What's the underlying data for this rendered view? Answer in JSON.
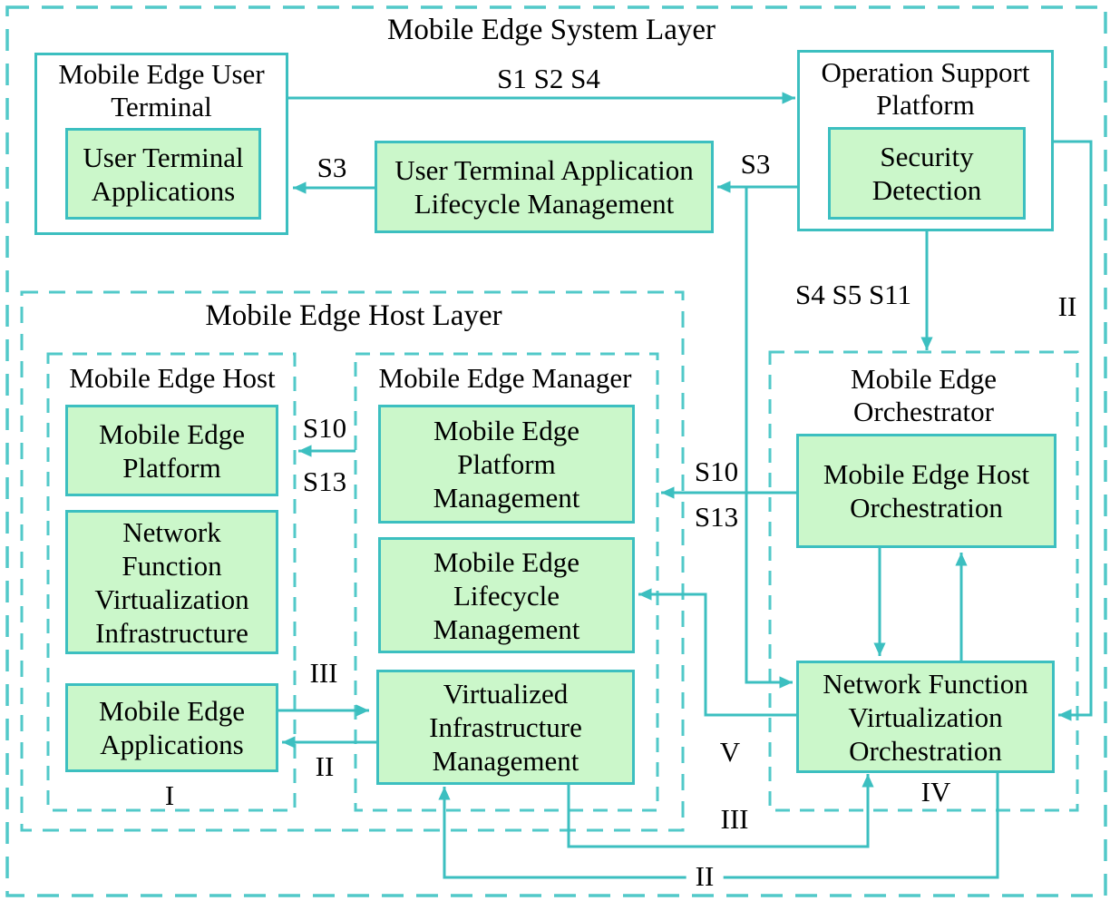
{
  "colors": {
    "line": "#3cbfc0",
    "dashed_line": "#52c9c9",
    "box_fill": "#cbf7ca",
    "box_border": "#3cbfc0",
    "text": "#000000"
  },
  "titles": {
    "system_layer": "Mobile Edge System Layer",
    "host_layer": "Mobile Edge Host Layer",
    "user_terminal": "Mobile Edge User\nTerminal",
    "operation_support": "Operation Support\nPlatform",
    "host": "Mobile Edge Host",
    "manager": "Mobile Edge Manager",
    "orchestrator": "Mobile Edge\nOrchestrator"
  },
  "boxes": {
    "user_terminal_applications": "User Terminal\nApplications",
    "ut_app_lifecycle": "User Terminal Application\nLifecycle Management",
    "security_detection": "Security\nDetection",
    "mobile_edge_platform": "Mobile Edge\nPlatform",
    "nfv_infrastructure": "Network\nFunction\nVirtualization\nInfrastructure",
    "mobile_edge_applications": "Mobile Edge\nApplications",
    "me_platform_management": "Mobile Edge\nPlatform\nManagement",
    "me_lifecycle_management": "Mobile Edge\nLifecycle\nManagement",
    "virtualized_infra_management": "Virtualized\nInfrastructure\nManagement",
    "me_host_orchestration": "Mobile Edge Host\nOrchestration",
    "nfv_orchestration": "Network Function\nVirtualization\nOrchestration"
  },
  "edge_labels": {
    "s1_s2_s4": "S1 S2 S4",
    "s3_left": "S3",
    "s3_right": "S3",
    "s4_s5_s11": "S4 S5 S11",
    "s10_host": "S10",
    "s13_host": "S13",
    "s10_orch": "S10",
    "s13_orch": "S13",
    "roman_i": "I",
    "roman_ii_right": "II",
    "roman_iii_host": "III",
    "roman_ii_host": "II",
    "roman_iv": "IV",
    "roman_v": "V",
    "roman_iii_bottom": "III",
    "roman_ii_bottom": "II"
  }
}
